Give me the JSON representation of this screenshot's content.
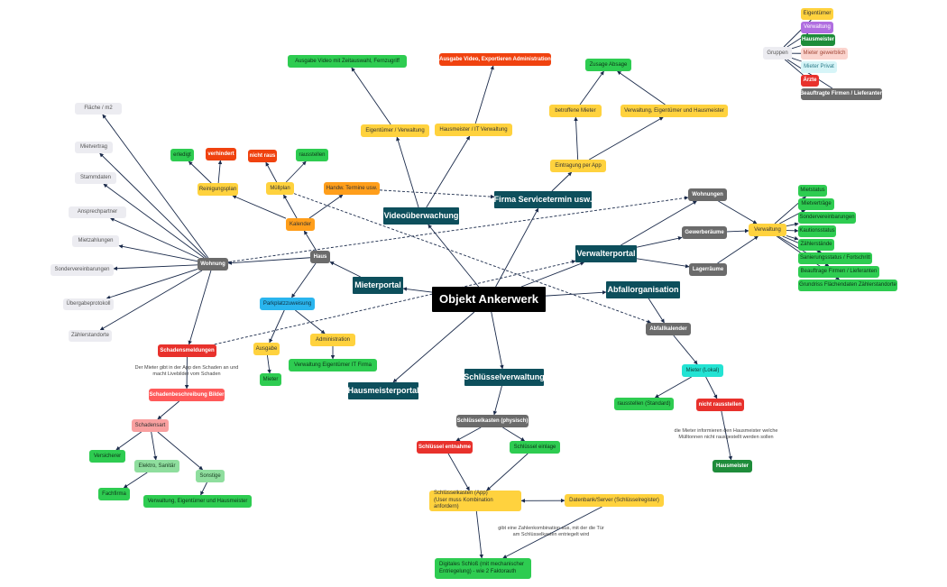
{
  "center": "Objekt Ankerwerk",
  "hubs": {
    "mieterportal": "Mieterportal",
    "hausmeisterportal": "Hausmeisterportal",
    "schluesselverwaltung": "Schlüsselverwaltung",
    "abfallorganisation": "Abfallorganisation",
    "verwalterportal": "Verwalterportal",
    "firma_servicetermin": "Firma Servicetermin usw.",
    "videoueberwachung": "Videoüberwachung"
  },
  "video": {
    "eigentuemer_verwaltung": "Eigentümer / Verwaltung",
    "hausmeister_it": "Hausmeister / IT Verwaltung",
    "ausgabe_fernzugriff": "Ausgabe Video mit  Zeitauswahl, Fernzugriff",
    "ausgabe_export": "Ausgabe Video, Exportieren Administration"
  },
  "service": {
    "eintragung_app": "Eintragung per App",
    "betroffene_mieter": "betroffene Mieter",
    "verwaltung_eigentuemer_hausmeister": "Verwaltung, Eigentümer und Hausmeister",
    "zusage_absage": "Zusage Absage"
  },
  "verwalter": {
    "wohnungen": "Wohnungen",
    "gewerberaeume": "Gewerberäume",
    "lagerraeume": "Lagerräume",
    "verwaltung": "Verwaltung",
    "list": [
      "Mietstatus",
      "Mietverträge",
      "Sondervereinbarungen",
      "Kautionsstatus",
      "Zählerstände",
      "Sanierungsstatus / Fortschritt",
      "Beauftrage Firmen / Lieferanten",
      "Grundriss Flächendaten Zählerstandorte"
    ]
  },
  "abfall": {
    "abfallkalender": "Abfallkalender",
    "mieter_lokal": "Mieter (Lokal)",
    "rausstellen_standard": "rausstellen (Standard)",
    "nicht_rausstellen": "nicht rausstellen",
    "note": "die Mieter informieren den Hausmeister welche Mülltonnen nicht rausgestellt werden sollen",
    "hausmeister": "Hausmeister"
  },
  "schluessel": {
    "kasten_physisch": "Schlüsselkasten (physisch)",
    "entnahme": "Schlüssel entnahme",
    "einlage": "Schlüssel einlage",
    "kasten_app_1": "Schlüsselkasten (App)",
    "kasten_app_2": "(User muss Kombination anfordern)",
    "datenbank": "Datenbank/Server (Schlüsselregister)",
    "note": "gibt eine Zahlenkombination aus, mit der die Tür am Schlüsselkasten entriegelt wird",
    "digital_1": "Digitales Schloß (mit mechanischer",
    "digital_2": "Entriegelung) - wie 2 Faktorauth"
  },
  "mieter": {
    "haus": "Haus",
    "kalender": "Kalender",
    "reinigungsplan": "Reinigungsplan",
    "erledigt": "erledigt",
    "verhindert": "verhindert",
    "muellplan": "Müllplan",
    "nicht_raus": "nicht raus",
    "rausstellen": "rausstellen",
    "handw_termine": "Handw. Termine usw.",
    "parkplatzzuweisung": "Parkplatzzuweisung",
    "ausgabe": "Ausgabe",
    "mieter": "Mieter",
    "administration": "Administration",
    "verwaltung_it": "Verwaltung Eigentümer IT Firma",
    "wohnung": "Wohnung",
    "wohnung_list": [
      "Fläche / m2",
      "Mietvertrag",
      "Stammdaten",
      "Ansprechpartner",
      "Mietzahlungen",
      "Sondervereinbarungen",
      "Übergabeprotokoll",
      "Zählerstandorte"
    ]
  },
  "schaden": {
    "meldungen": "Schadensmeldungen",
    "note": "Der Mieter gibt in der App den Schaden an und macht Livebilder vom Schaden",
    "beschreibung": "Schadenbeschreibung Bilder",
    "art": "Schadensart",
    "versicherer": "Versicherer",
    "elektro": "Elektro, Sanitär",
    "sonstige": "Sonstige",
    "fachfirma": "Fachfirma",
    "verwaltung_eig_hausm": "Verwaltung, Eigentümer und Hausmeister"
  },
  "groups": {
    "label": "Gruppen",
    "items": [
      "Eigentümer",
      "Verwaltung",
      "Hausmeister",
      "Mieter gewerblich",
      "Mieter Privat",
      "Ärzte",
      "Beauftragte Firmen / Lieferanten"
    ]
  },
  "colors": {
    "teal": "#0d4f5c",
    "yellow": "#ffd23e",
    "green": "#2ecc51",
    "red": "#e8312c",
    "gray": "#6b6b6b",
    "edge": "#1a2a4a"
  }
}
